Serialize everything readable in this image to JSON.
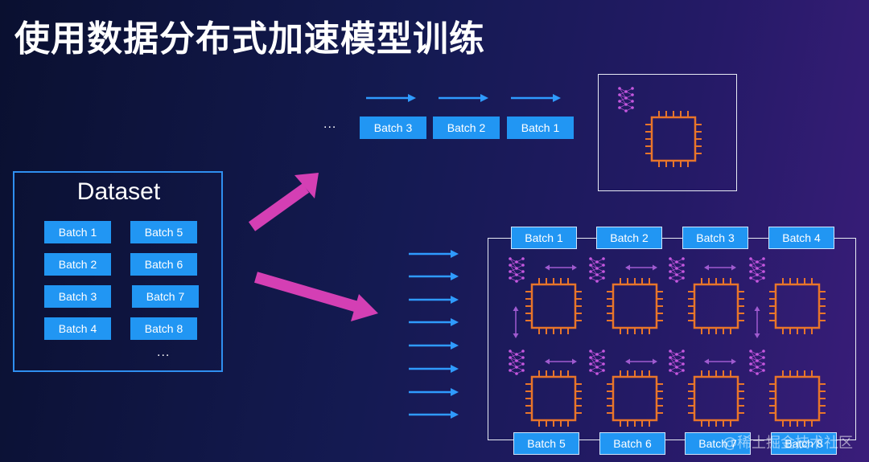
{
  "title": "使用数据分布式加速模型训练",
  "dataset": {
    "label": "Dataset",
    "batches": [
      "Batch 1",
      "Batch 5",
      "Batch 2",
      "Batch 6",
      "Batch 3",
      "Batch 7",
      "Batch 4",
      "Batch 8"
    ],
    "ellipsis": "..."
  },
  "single_node": {
    "ellipsis": "...",
    "queue": [
      "Batch 3",
      "Batch 2",
      "Batch 1"
    ]
  },
  "cluster": {
    "top_batches": [
      "Batch 1",
      "Batch 2",
      "Batch 3",
      "Batch 4"
    ],
    "bottom_batches": [
      "Batch 5",
      "Batch 6",
      "Batch 7",
      "Batch 8"
    ]
  },
  "watermark": "@稀土掘金技术社区",
  "colors": {
    "batch_blue": "#2196f3",
    "arrow_blue": "#2f9bff",
    "chip_orange": "#e8752a",
    "big_arrow_magenta": "#d43fb4",
    "link_purple": "#a05bd0"
  }
}
